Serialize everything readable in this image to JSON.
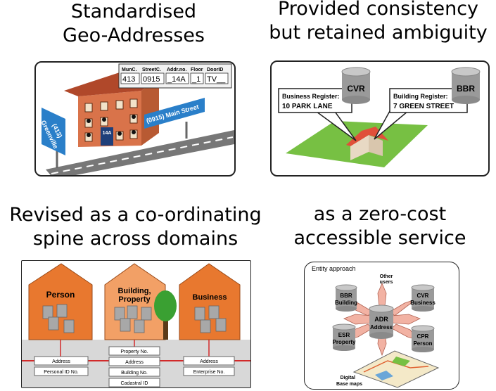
{
  "panels": {
    "p1": {
      "title_line1": "Standardised",
      "title_line2": "Geo-Addresses",
      "form_headers": [
        "MunC.",
        "StreetC.",
        "Addr.no.",
        "Floor",
        "DoorID"
      ],
      "form_values": [
        "413",
        "0915",
        "_14A",
        "_1",
        "TV__"
      ],
      "sign_left_line1": "(413)",
      "sign_left_line2": "Greenville",
      "sign_right": "(0915) Main Street",
      "door_label": "14A"
    },
    "p2": {
      "title_line1": "Provided consistency",
      "title_line2": "but retained ambiguity",
      "db_left": "CVR",
      "db_right": "BBR",
      "callout_left_line1": "Business Register:",
      "callout_left_line2": "10  PARK LANE",
      "callout_right_line1": "Building Register:",
      "callout_right_line2": "7  GREEN STREET"
    },
    "p3": {
      "title_line1": "Revised as a co-ordinating",
      "title_line2": "spine across domains",
      "house_person": "Person",
      "house_building_line1": "Building,",
      "house_building_line2": "Property",
      "house_business": "Business",
      "person_boxes": [
        "Address",
        "Personal ID No."
      ],
      "building_boxes": [
        "Property No.",
        "Address",
        "Building No.",
        "Cadastral ID"
      ],
      "business_boxes": [
        "Address",
        "Enterprise No."
      ]
    },
    "p4": {
      "title_line1": "as a zero-cost",
      "title_line2": "accessible service",
      "header": "Entity approach",
      "center_line1": "ADR",
      "center_line2": "Address",
      "other_line1": "Other",
      "other_line2": "users",
      "tl_line1": "BBR",
      "tl_line2": "Building",
      "tr_line1": "CVR",
      "tr_line2": "Business",
      "bl_line1": "ESR",
      "bl_line2": "Property",
      "br_line1": "CPR",
      "br_line2": "Person",
      "maps_line1": "Digital",
      "maps_line2": "Base maps"
    }
  },
  "colors": {
    "building_brick": "#d9734a",
    "sign_blue": "#2a7fc9",
    "house_orange": "#e8782f",
    "house_light": "#f2a066",
    "grass_green": "#77c043",
    "arrow_pink": "#f2b2a3",
    "spine_red": "#d22a2a",
    "db_grey": "#9a9a9a"
  }
}
